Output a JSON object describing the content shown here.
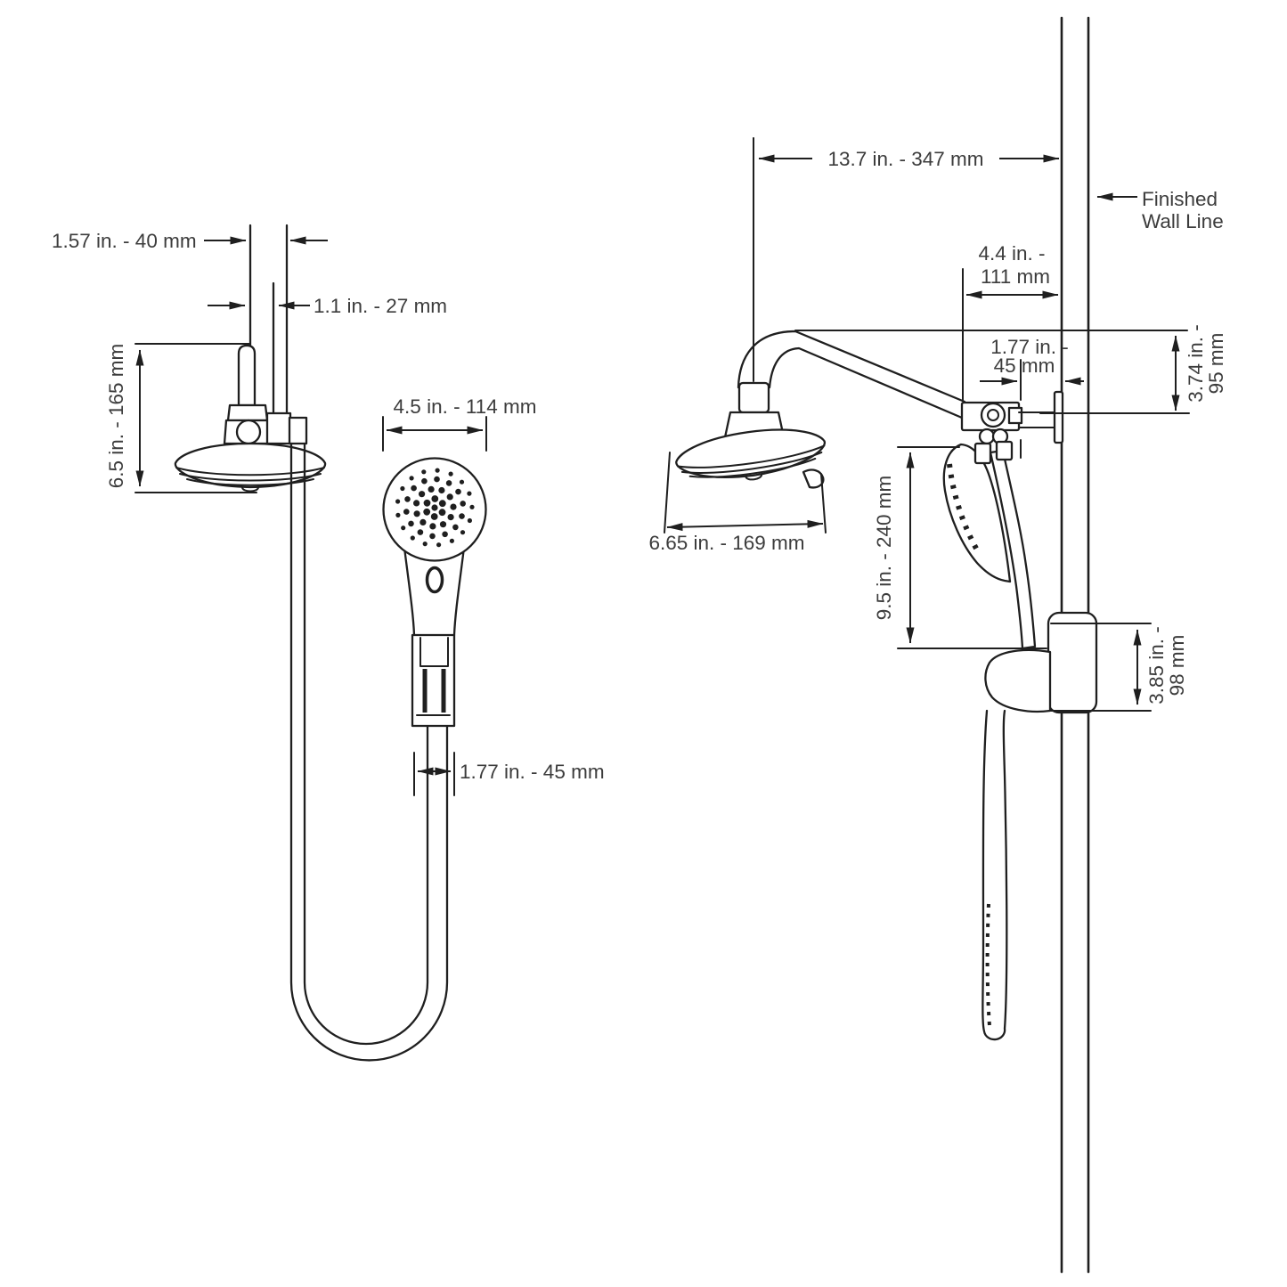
{
  "colors": {
    "line": "#1f1f1f",
    "text": "#3c3c3c",
    "background": "#ffffff"
  },
  "front_view": {
    "pipe_width": "1.57 in. - 40 mm",
    "pipe_offset": "1.1 in. - 27 mm",
    "head_height": "6.5 in. - 165 mm",
    "handshower_diameter": "4.5 in. - 114 mm",
    "bracket_width": "1.77 in. - 45 mm"
  },
  "side_view": {
    "arm_reach": "13.7 in. - 347 mm",
    "finished_wall_line1": "Finished",
    "finished_wall_line2": "Wall Line",
    "arm_offset_line1": "4.4 in. -",
    "arm_offset_line2": "111 mm",
    "wall_clearance_line1": "1.77 in. -",
    "wall_clearance_line2": "45 mm",
    "head_drop_line1": "3.74 in. -",
    "head_drop_line2": "95 mm",
    "head_diameter": "6.65 in. - 169 mm",
    "handshower_length": "9.5 in. - 240 mm",
    "holder_height_line1": "3.85 in. -",
    "holder_height_line2": "98 mm"
  }
}
